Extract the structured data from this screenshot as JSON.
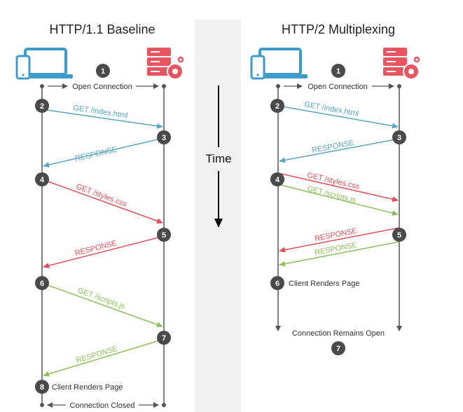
{
  "colors": {
    "blue": "#5aa5c4",
    "red": "#e0505a",
    "green": "#8dbf5a",
    "gray": "#555555",
    "badge": "#4a4a4a",
    "band": "#f1f1f1",
    "device": "#3c9bc8",
    "server": "#e8545f"
  },
  "icons": {
    "client": "laptop-phone-icon",
    "server": "server-gear-icon"
  },
  "left": {
    "title": "HTTP/1.1 Baseline",
    "open_connection": "Open Connection",
    "connection_closed": "Connection Closed",
    "client_renders": "Client Renders Page",
    "badges": [
      "1",
      "2",
      "3",
      "4",
      "5",
      "6",
      "7",
      "8"
    ],
    "messages": [
      {
        "text": "GET /index.html",
        "color": "blue"
      },
      {
        "text": "RESPONSE",
        "color": "blue"
      },
      {
        "text": "GET /styles.css",
        "color": "red"
      },
      {
        "text": "RESPONSE",
        "color": "red"
      },
      {
        "text": "GET /scripts.js",
        "color": "green"
      },
      {
        "text": "RESPONSE",
        "color": "green"
      }
    ]
  },
  "middle": {
    "time_label": "Time"
  },
  "right": {
    "title": "HTTP/2 Multiplexing",
    "open_connection": "Open Connection",
    "connection_remains_open": "Connection Remains Open",
    "client_renders": "Client Renders Page",
    "badges": [
      "1",
      "2",
      "3",
      "4",
      "5",
      "6",
      "7"
    ],
    "messages": [
      {
        "text": "GET /index.html",
        "color": "blue"
      },
      {
        "text": "RESPONSE",
        "color": "blue"
      },
      {
        "text": "GET /styles.css",
        "color": "red"
      },
      {
        "text": "GET /scripts.js",
        "color": "green"
      },
      {
        "text": "RESPONSE",
        "color": "red"
      },
      {
        "text": "RESPONSE",
        "color": "green"
      }
    ]
  }
}
